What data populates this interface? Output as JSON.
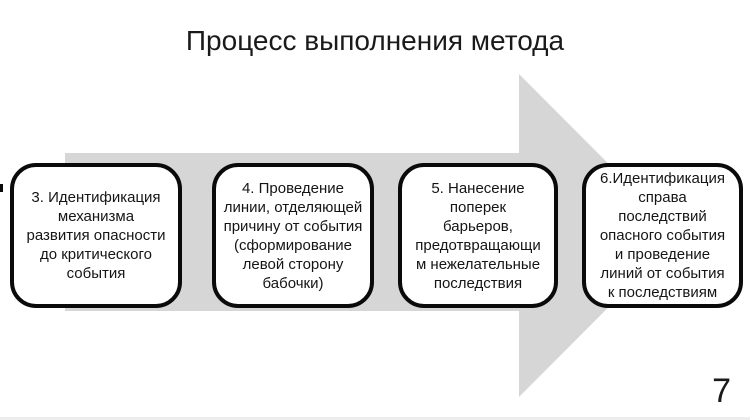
{
  "slide": {
    "title": "Процесс выполнения метода",
    "page_number": "7",
    "steps": [
      {
        "text": "3. Идентификация\nмеханизма\nразвития опасности\nдо критического\nсобытия"
      },
      {
        "text": "4. Проведение\nлинии, отделяющей\nпричину от события\n(сформирование\nлевой сторону\nбабочки)"
      },
      {
        "text": "5. Нанесение\nпоперек\nбарьеров,\nпредотвращающи\nм нежелательные\nпоследствия"
      },
      {
        "text": "6.Идентификация\nсправа\nпоследствий\nопасного события\nи проведение\nлиний от события\nк последствиям"
      }
    ],
    "colors": {
      "arrow_fill": "#d6d6d6",
      "box_border": "#0a0a0a",
      "text": "#1a1a1a",
      "background": "#ffffff"
    }
  }
}
